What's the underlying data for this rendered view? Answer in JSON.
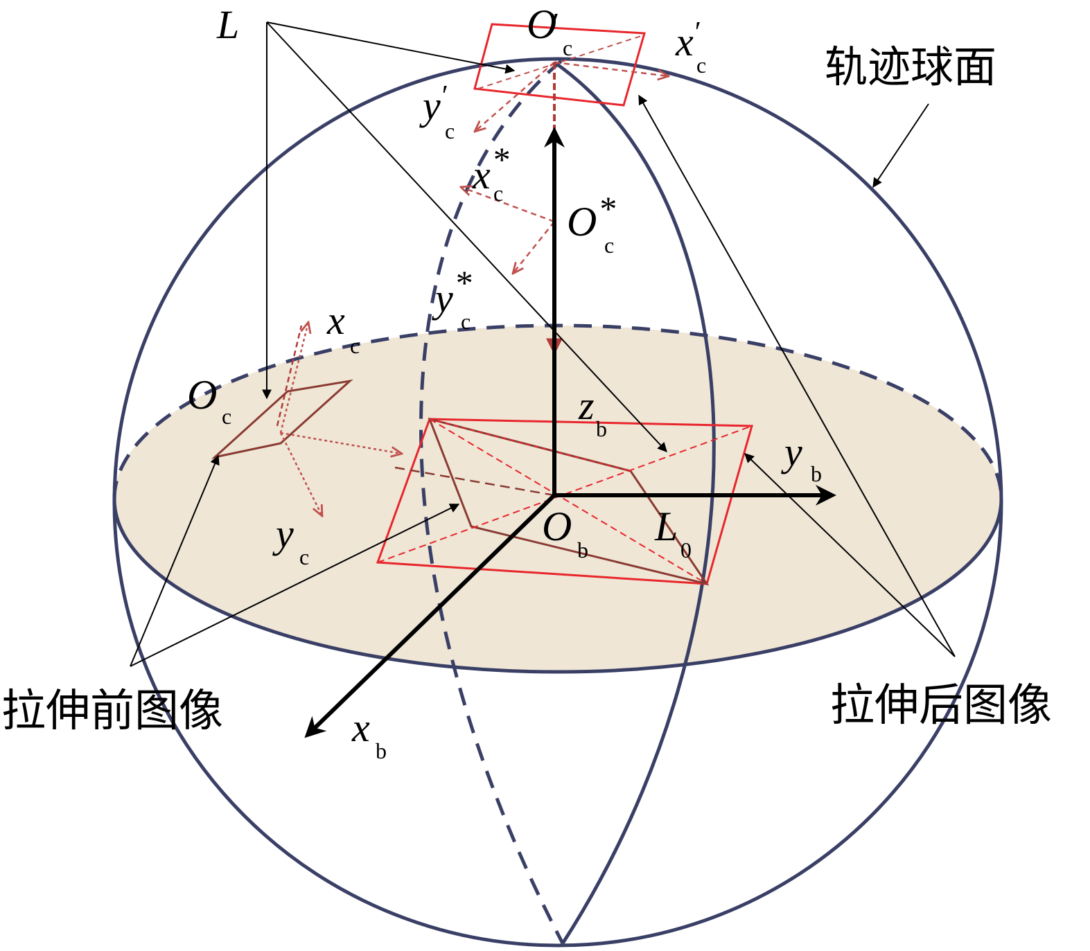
{
  "labels": {
    "L": "L",
    "O": "O",
    "c": "c",
    "prime": "′",
    "star": "*",
    "x": "x",
    "y": "y",
    "z": "z",
    "b": "b",
    "zero": "0"
  },
  "annotations": {
    "sphere": "轨迹球面",
    "before": "拉伸前图像",
    "after": "拉伸后图像"
  },
  "colors": {
    "sphere": "#3a3f66",
    "plane_fill": "#efe6d6",
    "image_frame": "#e8262c",
    "image_inner": "#8a3a32",
    "camera_axes": "#c0504d",
    "body_axes": "#000000",
    "leader": "#000000"
  }
}
